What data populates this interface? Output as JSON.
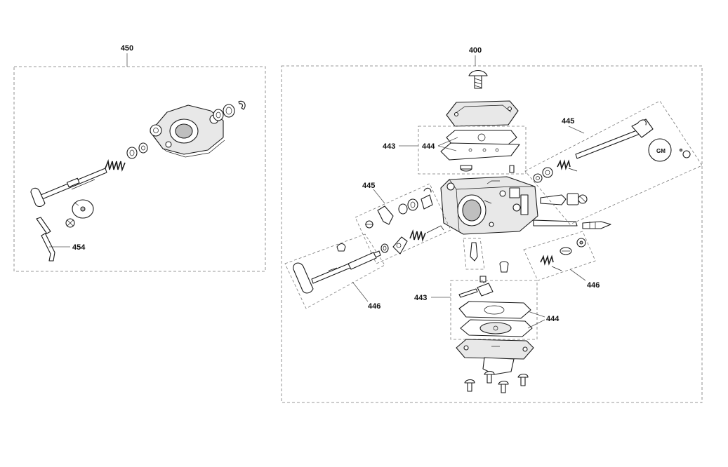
{
  "diagram": {
    "callouts": {
      "c450": "450",
      "c454": "454",
      "c400": "400",
      "c443_top": "443",
      "c444_top": "444",
      "c445_right": "445",
      "c445_left": "445",
      "c446_left": "446",
      "c443_bottom": "443",
      "c444_bottom": "444",
      "c446_right": "446"
    }
  }
}
